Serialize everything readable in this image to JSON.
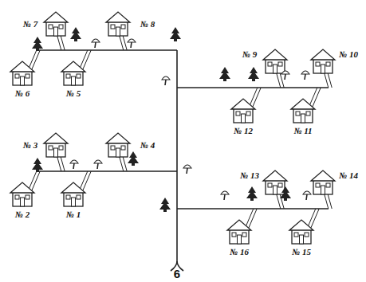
{
  "diagram": {
    "labels": [
      "№ 7",
      "№ 8",
      "№ 9",
      "№ 10",
      "№ 6",
      "№ 5",
      "№ 12",
      "№ 11",
      "№ 3",
      "№ 4",
      "№ 13",
      "№ 14",
      "№ 2",
      "№ 1",
      "№ 16",
      "№ 15",
      "6"
    ]
  }
}
